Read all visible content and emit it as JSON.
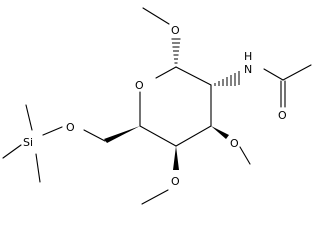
{
  "molecule": {
    "atoms": {
      "ring_oxygen": "O",
      "anomeric_methoxy_oxygen": "O",
      "acetamido_nitrogen": "N",
      "acetamido_hydrogen": "H",
      "carbonyl_oxygen": "O",
      "methoxy3_oxygen": "O",
      "methoxy4_oxygen": "O",
      "silyl_ether_oxygen": "O",
      "silicon": "Si"
    }
  }
}
